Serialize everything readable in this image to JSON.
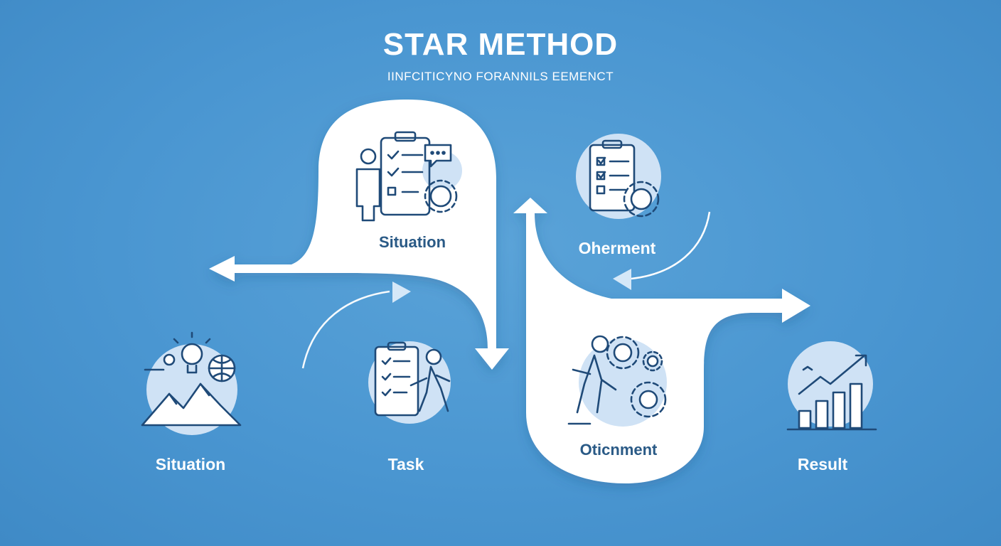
{
  "header": {
    "title": "STAR METHOD",
    "subtitle": "IINFCITICYNO FORANNILS EEMENCT"
  },
  "labels": {
    "top_left_card": "Situation",
    "top_right_card": "Oherment",
    "bottom_right_card": "Oticnment",
    "step_situation": "Situation",
    "step_task": "Task",
    "step_result": "Result"
  },
  "icons": {
    "top_left_card": "person-clipboard-gear-icon",
    "top_right_card": "clipboard-gear-icon",
    "bottom_right_card": "walking-person-gears-icon",
    "step_situation": "mountains-lightbulb-globe-icon",
    "step_task": "clipboard-person-icon",
    "step_result": "bar-chart-growth-icon"
  },
  "colors": {
    "background": "#4a96d1",
    "ribbon": "#ffffff",
    "icon_stroke": "#1f4a78",
    "icon_circle": "#cfe2f5",
    "dark_label": "#2a5a86"
  }
}
